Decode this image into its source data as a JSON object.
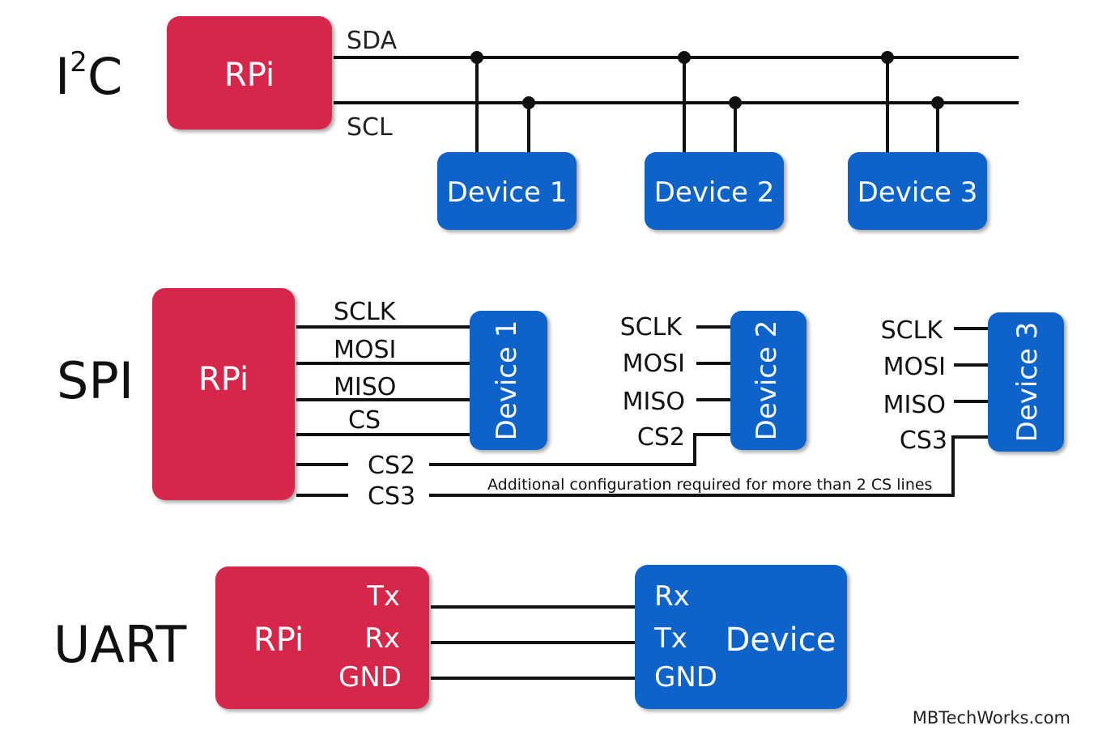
{
  "colors": {
    "rpi": "#d6254a",
    "device": "#0a63c9",
    "wire": "#111111",
    "label_on_box": "#ffffff"
  },
  "i2c": {
    "title_prefix": "I",
    "title_sup": "2",
    "title_suffix": "C",
    "host_label": "RPi",
    "sda_label": "SDA",
    "scl_label": "SCL",
    "devices": [
      "Device 1",
      "Device 2",
      "Device 3"
    ]
  },
  "spi": {
    "title": "SPI",
    "host_label": "RPi",
    "host_lines": [
      "SCLK",
      "MOSI",
      "MISO",
      "CS"
    ],
    "cs_extra": [
      "CS2",
      "CS3"
    ],
    "devices": [
      {
        "label": "Device 1",
        "pins": []
      },
      {
        "label": "Device 2",
        "pins": [
          "SCLK",
          "MOSI",
          "MISO",
          "CS2"
        ]
      },
      {
        "label": "Device 3",
        "pins": [
          "SCLK",
          "MOSI",
          "MISO",
          "CS3"
        ]
      }
    ],
    "note": "Additional configuration required for more than 2 CS lines"
  },
  "uart": {
    "title": "UART",
    "host_label": "RPi",
    "host_pins": [
      "Tx",
      "Rx",
      "GND"
    ],
    "device_label": "Device",
    "device_pins": [
      "Rx",
      "Tx",
      "GND"
    ]
  },
  "credit": "MBTechWorks.com"
}
